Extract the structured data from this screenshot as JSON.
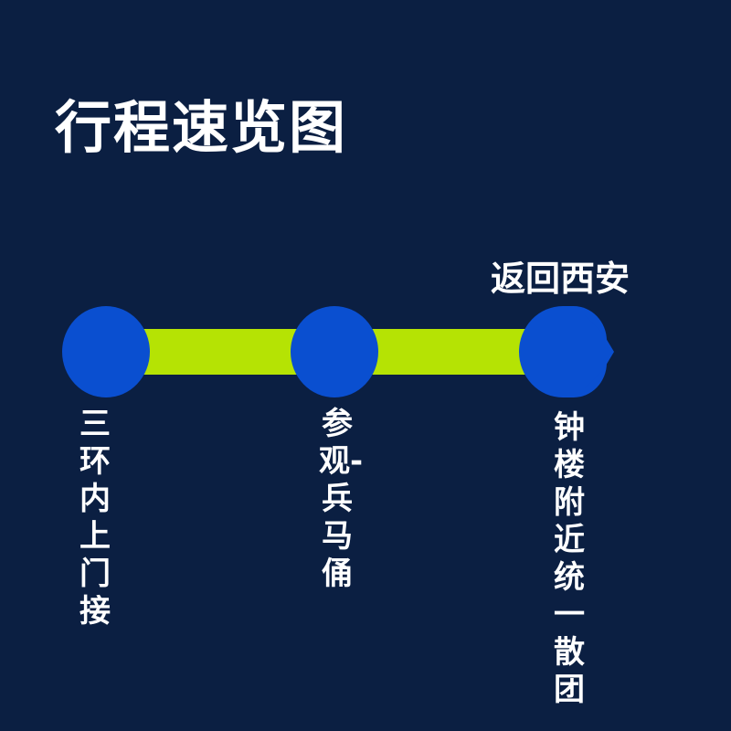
{
  "title": "行程速览图",
  "colors": {
    "background": "#0b1f42",
    "node": "#0a4fd0",
    "connector": "#b5e304",
    "text": "#ffffff"
  },
  "stops": [
    {
      "label": "三环内上门接"
    },
    {
      "label": "参观-兵马俑"
    },
    {
      "label": "钟楼附近统一散团",
      "top_label": "返回西安"
    }
  ]
}
